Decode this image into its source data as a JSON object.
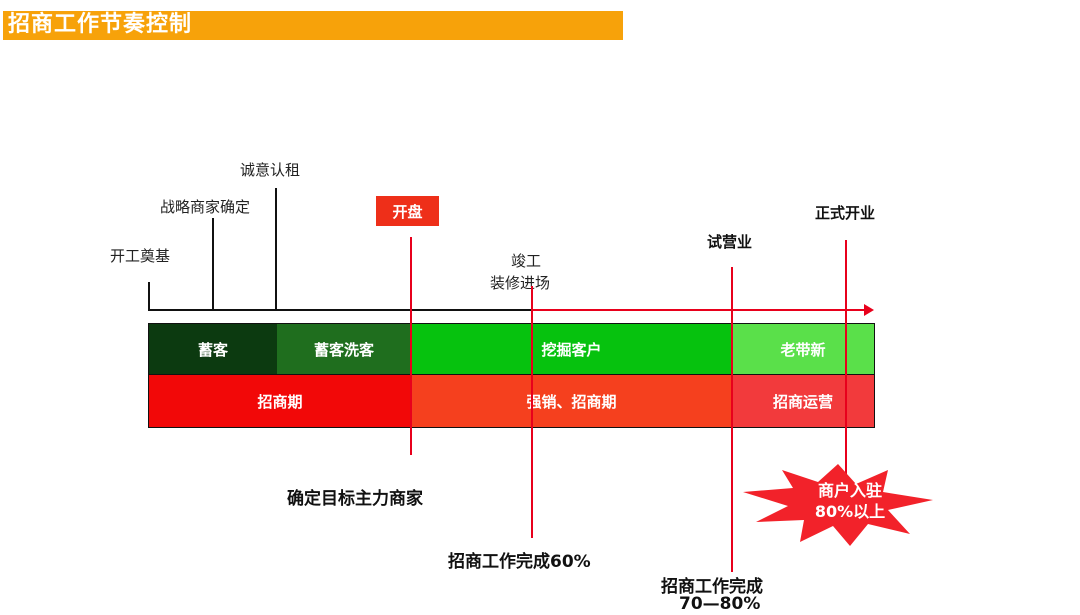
{
  "title": "招商工作节奏控制",
  "milestones": {
    "kaigong": "开工奠基",
    "zhanlue": "战略商家确定",
    "chengyi": "诚意认租",
    "kaipan": "开盘",
    "jungong_1": "竣工",
    "jungong_2": "装修进场",
    "shiyingye": "试营业",
    "zhengshi": "正式开业"
  },
  "phase_row_1": [
    "蓄客",
    "蓄客洗客",
    "挖掘客户",
    "老带新"
  ],
  "phase_row_2": [
    "招商期",
    "强销、招商期",
    "招商运营"
  ],
  "bottom_labels": {
    "target": "确定目标主力商家",
    "done60": "招商工作完成60%",
    "done7080_1": "招商工作完成",
    "done7080_2": "70—80%"
  },
  "burst": {
    "line1": "商户入驻",
    "line2": "80%以上"
  },
  "colors": {
    "title_bg": "#f7a20a",
    "dark_green": "#0c3a10",
    "mid_green": "#1f6e1e",
    "bright_green": "#06c20e",
    "light_green": "#5ae04a",
    "red": "#f20808",
    "orange_red": "#f5401e",
    "pink_red": "#f23a3c",
    "accent_red": "#e8001c"
  }
}
